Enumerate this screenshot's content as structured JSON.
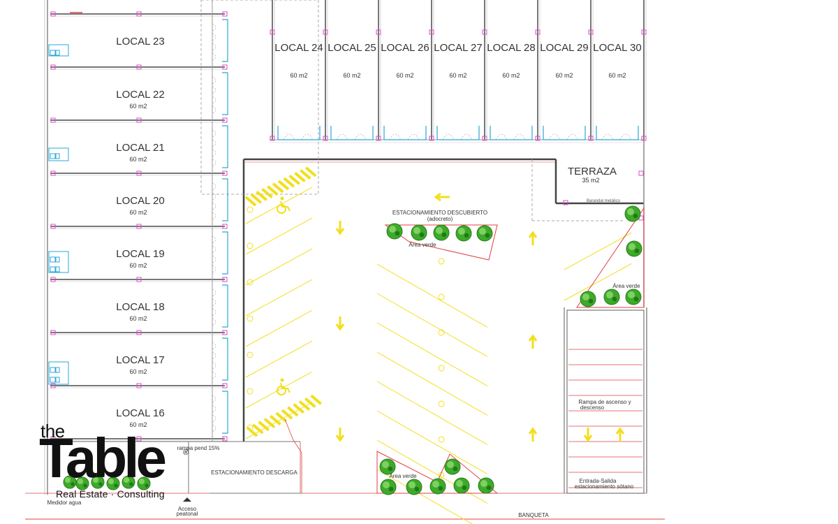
{
  "locales_left": [
    {
      "name": "LOCAL 23",
      "area": ""
    },
    {
      "name": "LOCAL 22",
      "area": "60 m2"
    },
    {
      "name": "LOCAL 21",
      "area": "60 m2"
    },
    {
      "name": "LOCAL 20",
      "area": "60 m2"
    },
    {
      "name": "LOCAL 19",
      "area": "60 m2"
    },
    {
      "name": "LOCAL 18",
      "area": "60 m2"
    },
    {
      "name": "LOCAL 17",
      "area": "60 m2"
    },
    {
      "name": "LOCAL 16",
      "area": "60 m2"
    }
  ],
  "locales_top": [
    {
      "name": "LOCAL 24",
      "area": "60 m2"
    },
    {
      "name": "LOCAL 25",
      "area": "60 m2"
    },
    {
      "name": "LOCAL 26",
      "area": "60 m2"
    },
    {
      "name": "LOCAL 27",
      "area": "60 m2"
    },
    {
      "name": "LOCAL 28",
      "area": "60 m2"
    },
    {
      "name": "LOCAL 29",
      "area": "60 m2"
    },
    {
      "name": "LOCAL 30",
      "area": "60 m2"
    }
  ],
  "terraza": {
    "name": "TERRAZA",
    "area": "35 m2",
    "barandal": "Barandal metálico"
  },
  "labels": {
    "estacionamiento": "ESTACIONAMIENTO DESCUBIERTO",
    "adocreto": "(adocreto)",
    "area_verde": "Área verde",
    "rampa_pend": "rampa pend 15%",
    "estacionamiento_descarga": "ESTACIONAMIENTO DESCARGA",
    "rampa_line1": "Rampa de ascenso y",
    "rampa_line2": "descenso",
    "entrada_line1": "Entrada-Salida",
    "entrada_line2": "estacionamiento sótano",
    "medidor": "Medidor agua",
    "acceso_line1": "Acceso",
    "acceso_line2": "peatonal",
    "banqueta": "BANQUETA"
  },
  "logo": {
    "the": "the",
    "table": "Table",
    "registered": "®",
    "tagline": "Real Estate · Consulting"
  },
  "colors": {
    "wall": "#9a9a9a",
    "pink_marker": "#d94bc8",
    "blue_door": "#2aa8d8",
    "red_line": "#e04040",
    "yellow": "#f2df1c",
    "tree": "#3daa2a",
    "dark_wall": "#444444"
  }
}
